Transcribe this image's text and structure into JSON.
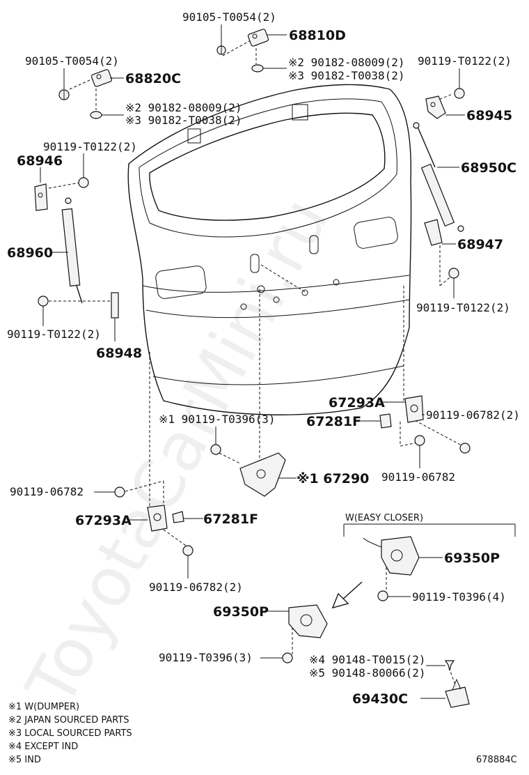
{
  "diagram_code": "678884C",
  "watermark": "ToyotaCarMini.ru",
  "callouts": [
    {
      "id": "c1",
      "text": "90105-T0054(2)"
    },
    {
      "id": "c2",
      "text": "68810D"
    },
    {
      "id": "c3",
      "text": "90105-T0054(2)"
    },
    {
      "id": "c4",
      "text": "68820C"
    },
    {
      "id": "c5",
      "text": "※2 90182-08009(2)"
    },
    {
      "id": "c6",
      "text": "※3 90182-T0038(2)"
    },
    {
      "id": "c7",
      "text": "90119-T0122(2)"
    },
    {
      "id": "c8",
      "text": "※2 90182-08009(2)"
    },
    {
      "id": "c9",
      "text": "※3 90182-T0038(2)"
    },
    {
      "id": "c10",
      "text": "68945"
    },
    {
      "id": "c11",
      "text": "90119-T0122(2)"
    },
    {
      "id": "c12",
      "text": "68946"
    },
    {
      "id": "c13",
      "text": "68950C"
    },
    {
      "id": "c14",
      "text": "68960"
    },
    {
      "id": "c15",
      "text": "68947"
    },
    {
      "id": "c16",
      "text": "90119-T0122(2)"
    },
    {
      "id": "c17",
      "text": "90119-T0122(2)"
    },
    {
      "id": "c18",
      "text": "68948"
    },
    {
      "id": "c19",
      "text": "67293A"
    },
    {
      "id": "c20",
      "text": "67281F"
    },
    {
      "id": "c21",
      "text": "90119-06782(2)"
    },
    {
      "id": "c22",
      "text": "※1 90119-T0396(3)"
    },
    {
      "id": "c23",
      "text": "※1 67290"
    },
    {
      "id": "c24",
      "text": "90119-06782"
    },
    {
      "id": "c25",
      "text": "90119-06782"
    },
    {
      "id": "c26",
      "text": "67293A"
    },
    {
      "id": "c27",
      "text": "67281F"
    },
    {
      "id": "c28",
      "text": "W(EASY CLOSER)"
    },
    {
      "id": "c29",
      "text": "69350P"
    },
    {
      "id": "c30",
      "text": "90119-06782(2)"
    },
    {
      "id": "c31",
      "text": "90119-T0396(4)"
    },
    {
      "id": "c32",
      "text": "69350P"
    },
    {
      "id": "c33",
      "text": "90119-T0396(3)"
    },
    {
      "id": "c34",
      "text": "※4 90148-T0015(2)"
    },
    {
      "id": "c35",
      "text": "※5 90148-80066(2)"
    },
    {
      "id": "c36",
      "text": "69430C"
    }
  ],
  "legend": [
    "※1 W(DUMPER)",
    "※2 JAPAN SOURCED PARTS",
    "※3 LOCAL SOURCED PARTS",
    "※4 EXCEPT IND",
    "※5 IND"
  ]
}
